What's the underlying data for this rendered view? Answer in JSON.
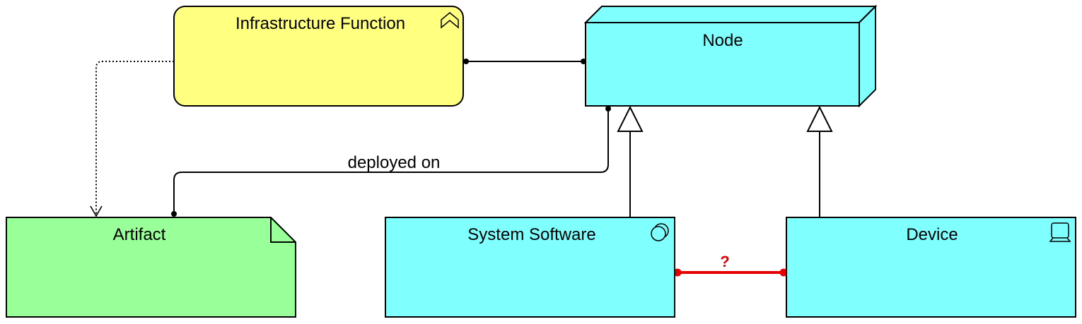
{
  "colors": {
    "function_fill": "#ffff80",
    "node_fill": "#80ffff",
    "artifact_fill": "#99ff99",
    "stroke": "#000000",
    "question_relation": "#e60000"
  },
  "elements": {
    "infrastructure_function": {
      "label": "Infrastructure Function",
      "type": "function",
      "icon": "function-chevron-icon"
    },
    "node": {
      "label": "Node",
      "type": "node",
      "icon": "node-3d-box"
    },
    "artifact": {
      "label": "Artifact",
      "type": "artifact",
      "icon": "folded-corner"
    },
    "system_software": {
      "label": "System Software",
      "type": "system-software",
      "icon": "system-software-circles-icon"
    },
    "device": {
      "label": "Device",
      "type": "device",
      "icon": "device-monitor-icon"
    }
  },
  "relations": {
    "deployed_on": {
      "label": "deployed on",
      "from": "Artifact",
      "to": "Node",
      "type": "assignment"
    },
    "function_node": {
      "label": "",
      "from": "Infrastructure Function",
      "to": "Node",
      "type": "assignment"
    },
    "function_artifact": {
      "label": "",
      "from": "Infrastructure Function",
      "to": "Artifact",
      "type": "access"
    },
    "system_software_node": {
      "label": "",
      "from": "System Software",
      "to": "Node",
      "type": "specialization"
    },
    "device_node": {
      "label": "",
      "from": "Device",
      "to": "Node",
      "type": "specialization"
    },
    "unknown": {
      "label": "?",
      "from": "System Software",
      "to": "Device",
      "type": "unknown"
    }
  }
}
